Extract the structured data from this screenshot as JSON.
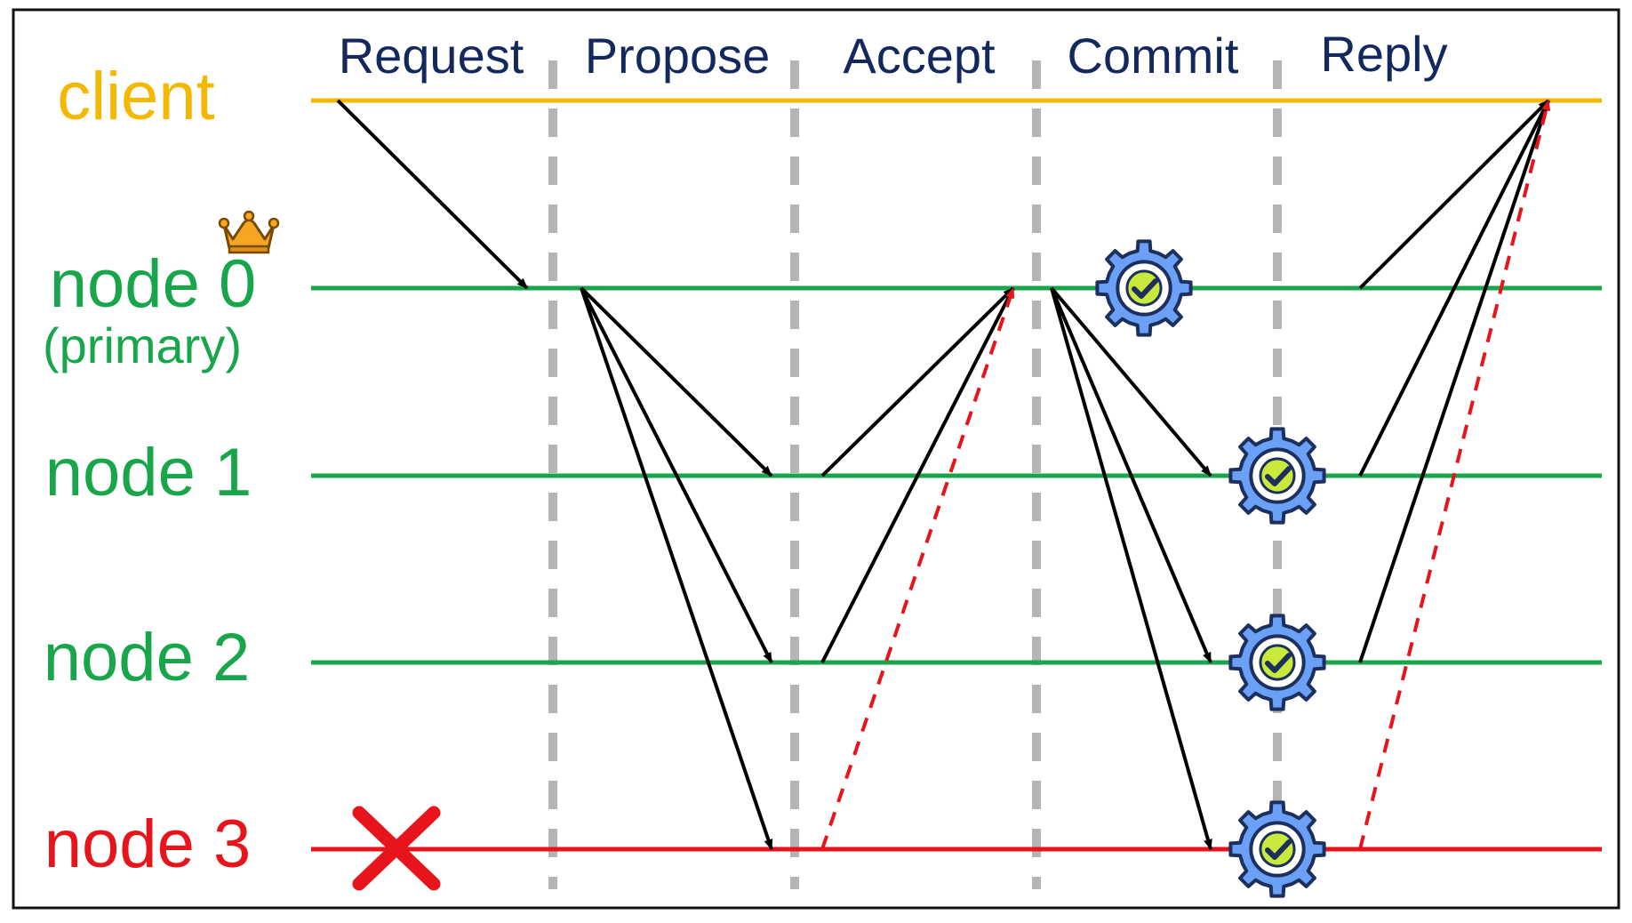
{
  "phases": [
    {
      "id": "request",
      "label": "Request"
    },
    {
      "id": "propose",
      "label": "Propose"
    },
    {
      "id": "accept",
      "label": "Accept"
    },
    {
      "id": "commit",
      "label": "Commit"
    },
    {
      "id": "reply",
      "label": "Reply"
    }
  ],
  "lanes": [
    {
      "id": "client",
      "label": "client",
      "sublabel": "",
      "color": "#f5b800",
      "status": "ok"
    },
    {
      "id": "node0",
      "label": "node 0",
      "sublabel": "(primary)",
      "color": "#19a64b",
      "status": "primary"
    },
    {
      "id": "node1",
      "label": "node 1",
      "sublabel": "",
      "color": "#19a64b",
      "status": "ok"
    },
    {
      "id": "node2",
      "label": "node 2",
      "sublabel": "",
      "color": "#19a64b",
      "status": "ok"
    },
    {
      "id": "node3",
      "label": "node 3",
      "sublabel": "",
      "color": "#e8141b",
      "status": "faulty"
    }
  ],
  "colors": {
    "phase_label": "#13285c",
    "divider": "#b5b5b5",
    "message": "#000000",
    "failed_message": "#e8141b",
    "gear": "#6aa0f5",
    "gear_outline": "#1d2f5c",
    "check": "#c9ea3c",
    "crown": "#f5a623"
  },
  "icons": {
    "primary_marker": "crown-icon",
    "faulty_marker": "cross-icon",
    "executed_marker": "gear-check-icon"
  },
  "messages": [
    {
      "from": "client",
      "to": "node0",
      "phase": "request",
      "style": "solid"
    },
    {
      "from": "node0",
      "to": "node1",
      "phase": "propose",
      "style": "solid"
    },
    {
      "from": "node0",
      "to": "node2",
      "phase": "propose",
      "style": "solid"
    },
    {
      "from": "node0",
      "to": "node3",
      "phase": "propose",
      "style": "solid"
    },
    {
      "from": "node1",
      "to": "node0",
      "phase": "accept",
      "style": "solid"
    },
    {
      "from": "node2",
      "to": "node0",
      "phase": "accept",
      "style": "solid"
    },
    {
      "from": "node3",
      "to": "node0",
      "phase": "accept",
      "style": "dashed"
    },
    {
      "from": "node0",
      "to": "node1",
      "phase": "commit",
      "style": "solid"
    },
    {
      "from": "node0",
      "to": "node2",
      "phase": "commit",
      "style": "solid"
    },
    {
      "from": "node0",
      "to": "node3",
      "phase": "commit",
      "style": "solid"
    },
    {
      "from": "node0",
      "to": "client",
      "phase": "reply",
      "style": "solid"
    },
    {
      "from": "node1",
      "to": "client",
      "phase": "reply",
      "style": "solid"
    },
    {
      "from": "node2",
      "to": "client",
      "phase": "reply",
      "style": "solid"
    },
    {
      "from": "node3",
      "to": "client",
      "phase": "reply",
      "style": "dashed"
    }
  ],
  "executions": [
    {
      "lane": "node0",
      "phase": "commit"
    },
    {
      "lane": "node1",
      "phase": "commit"
    },
    {
      "lane": "node2",
      "phase": "commit"
    },
    {
      "lane": "node3",
      "phase": "commit"
    }
  ]
}
